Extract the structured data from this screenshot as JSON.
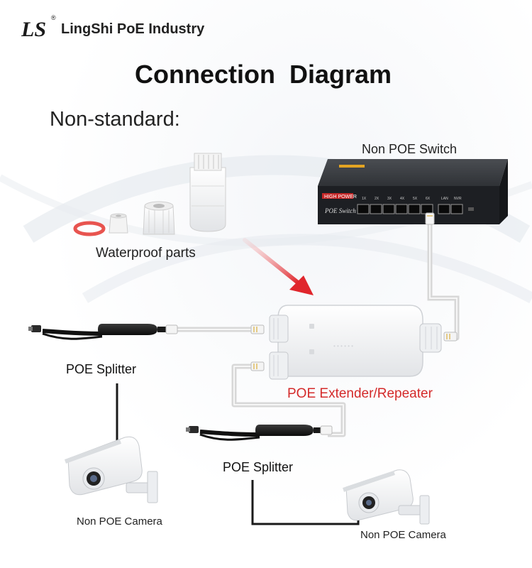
{
  "brand": {
    "mark": "LS",
    "registered": "®",
    "name": "LingShi PoE Industry"
  },
  "title": "Connection  Diagram",
  "subtitle": "Non-standard:",
  "devices": {
    "switch": {
      "label": "Non POE Switch",
      "badge": "HIGH POWER",
      "model": "POE Switch",
      "ports": [
        "1X",
        "2X",
        "3X",
        "4X",
        "5X",
        "6X"
      ],
      "uplinks": [
        "LAN",
        "NVR"
      ]
    },
    "waterproof_parts": {
      "label": "Waterproof parts"
    },
    "splitter_1": {
      "label": "POE Splitter"
    },
    "extender": {
      "label": "POE Extender/Repeater"
    },
    "splitter_2": {
      "label": "POE Splitter"
    },
    "camera_1": {
      "label": "Non POE Camera"
    },
    "camera_2": {
      "label": "Non POE Camera"
    }
  },
  "colors": {
    "accent_red": "#d42a2a",
    "ring_red": "#e8544f",
    "switch_body": "#2b2d31",
    "cable_gray": "#d8d8d8"
  }
}
